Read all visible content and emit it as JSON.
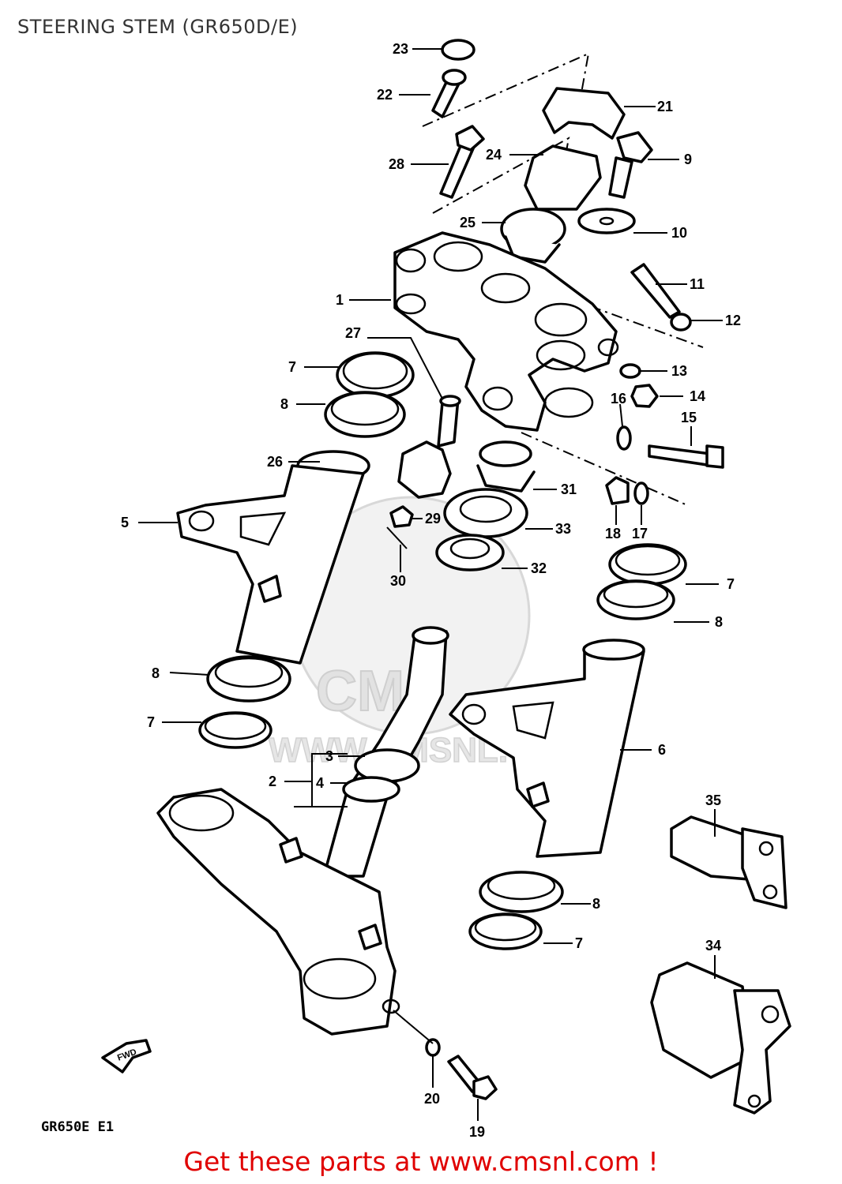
{
  "title": "STEERING STEM (GR650D/E)",
  "diagram_code": "GR650E E1",
  "footer": "Get these parts at www.cmsnl.com !",
  "fwd_label": "FWD",
  "watermark": {
    "brand": "CMS",
    "url": "WWW.CMSNL.COM"
  },
  "callouts": [
    {
      "id": "1",
      "text": "1"
    },
    {
      "id": "2",
      "text": "2"
    },
    {
      "id": "3",
      "text": "3"
    },
    {
      "id": "4",
      "text": "4"
    },
    {
      "id": "5",
      "text": "5"
    },
    {
      "id": "6",
      "text": "6"
    },
    {
      "id": "7a",
      "text": "7"
    },
    {
      "id": "7b",
      "text": "7"
    },
    {
      "id": "7c",
      "text": "7"
    },
    {
      "id": "7d",
      "text": "7"
    },
    {
      "id": "8a",
      "text": "8"
    },
    {
      "id": "8b",
      "text": "8"
    },
    {
      "id": "8c",
      "text": "8"
    },
    {
      "id": "8d",
      "text": "8"
    },
    {
      "id": "9",
      "text": "9"
    },
    {
      "id": "10",
      "text": "10"
    },
    {
      "id": "11",
      "text": "11"
    },
    {
      "id": "12",
      "text": "12"
    },
    {
      "id": "13",
      "text": "13"
    },
    {
      "id": "14",
      "text": "14"
    },
    {
      "id": "15",
      "text": "15"
    },
    {
      "id": "16",
      "text": "16"
    },
    {
      "id": "17",
      "text": "17"
    },
    {
      "id": "18",
      "text": "18"
    },
    {
      "id": "19",
      "text": "19"
    },
    {
      "id": "20",
      "text": "20"
    },
    {
      "id": "21",
      "text": "21"
    },
    {
      "id": "22",
      "text": "22"
    },
    {
      "id": "23",
      "text": "23"
    },
    {
      "id": "24",
      "text": "24"
    },
    {
      "id": "25",
      "text": "25"
    },
    {
      "id": "26",
      "text": "26"
    },
    {
      "id": "27",
      "text": "27"
    },
    {
      "id": "28",
      "text": "28"
    },
    {
      "id": "29",
      "text": "29"
    },
    {
      "id": "30",
      "text": "30"
    },
    {
      "id": "31",
      "text": "31"
    },
    {
      "id": "32",
      "text": "32"
    },
    {
      "id": "33",
      "text": "33"
    },
    {
      "id": "34",
      "text": "34"
    },
    {
      "id": "35",
      "text": "35"
    }
  ]
}
